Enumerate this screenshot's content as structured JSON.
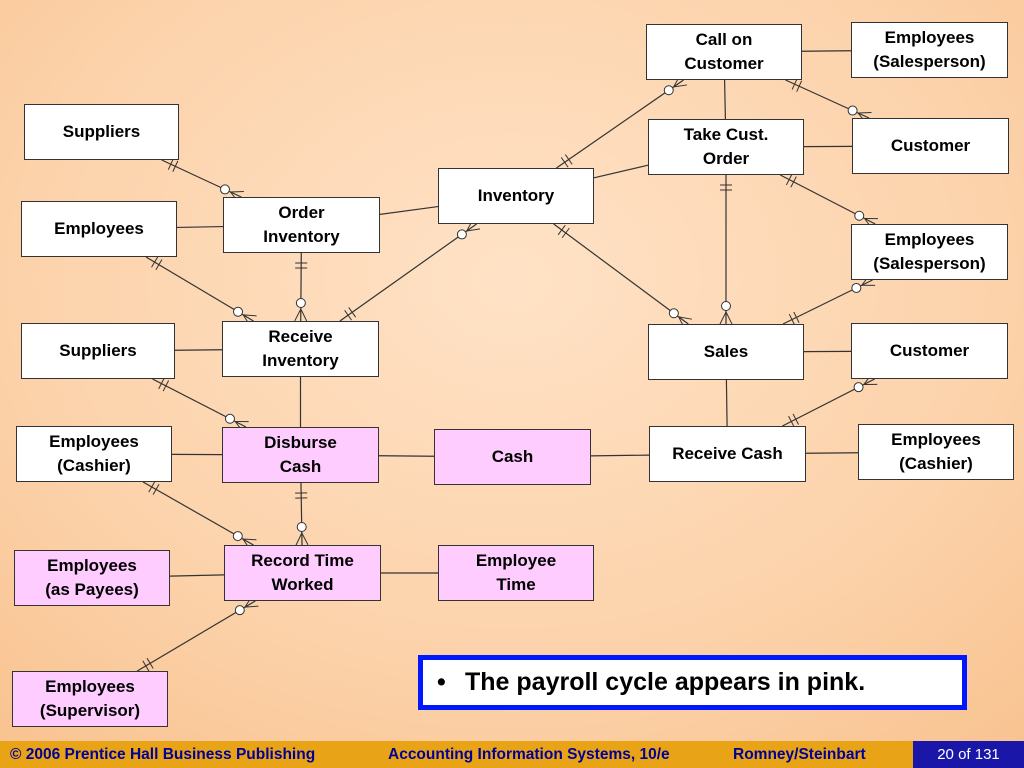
{
  "diagram": {
    "entities": [
      {
        "id": "suppliers_1",
        "label": "Suppliers"
      },
      {
        "id": "employees_1",
        "label": "Employees"
      },
      {
        "id": "suppliers_2",
        "label": "Suppliers"
      },
      {
        "id": "employees_cashier_left",
        "label": "Employees\n(Cashier)"
      },
      {
        "id": "employees_payees",
        "label": "Employees\n(as Payees)"
      },
      {
        "id": "employees_supervisor",
        "label": "Employees\n(Supervisor)"
      },
      {
        "id": "order_inventory",
        "label": "Order\nInventory"
      },
      {
        "id": "receive_inventory",
        "label": "Receive\nInventory"
      },
      {
        "id": "disburse_cash",
        "label": "Disburse\nCash"
      },
      {
        "id": "record_time_worked",
        "label": "Record Time\nWorked"
      },
      {
        "id": "inventory",
        "label": "Inventory"
      },
      {
        "id": "cash",
        "label": "Cash"
      },
      {
        "id": "employee_time",
        "label": "Employee\nTime"
      },
      {
        "id": "call_on_customer",
        "label": "Call on\nCustomer"
      },
      {
        "id": "take_cust_order",
        "label": "Take Cust.\nOrder"
      },
      {
        "id": "sales",
        "label": "Sales"
      },
      {
        "id": "receive_cash",
        "label": "Receive Cash"
      },
      {
        "id": "employees_salesperson_1",
        "label": "Employees\n(Salesperson)"
      },
      {
        "id": "customer_1",
        "label": "Customer"
      },
      {
        "id": "employees_salesperson_2",
        "label": "Employees\n(Salesperson)"
      },
      {
        "id": "customer_2",
        "label": "Customer"
      },
      {
        "id": "employees_cashier_right",
        "label": "Employees\n(Cashier)"
      }
    ],
    "relationships": [
      {
        "from": "suppliers_1",
        "to": "order_inventory"
      },
      {
        "from": "employees_1",
        "to": "order_inventory"
      },
      {
        "from": "employees_1",
        "to": "receive_inventory"
      },
      {
        "from": "suppliers_2",
        "to": "receive_inventory"
      },
      {
        "from": "suppliers_2",
        "to": "disburse_cash"
      },
      {
        "from": "employees_cashier_left",
        "to": "disburse_cash"
      },
      {
        "from": "employees_cashier_left",
        "to": "record_time_worked"
      },
      {
        "from": "employees_payees",
        "to": "record_time_worked"
      },
      {
        "from": "employees_supervisor",
        "to": "record_time_worked"
      },
      {
        "from": "order_inventory",
        "to": "receive_inventory"
      },
      {
        "from": "receive_inventory",
        "to": "disburse_cash"
      },
      {
        "from": "disburse_cash",
        "to": "record_time_worked"
      },
      {
        "from": "order_inventory",
        "to": "inventory"
      },
      {
        "from": "receive_inventory",
        "to": "inventory"
      },
      {
        "from": "disburse_cash",
        "to": "cash"
      },
      {
        "from": "record_time_worked",
        "to": "employee_time"
      },
      {
        "from": "inventory",
        "to": "call_on_customer"
      },
      {
        "from": "inventory",
        "to": "take_cust_order"
      },
      {
        "from": "inventory",
        "to": "sales"
      },
      {
        "from": "cash",
        "to": "receive_cash"
      },
      {
        "from": "call_on_customer",
        "to": "employees_salesperson_1"
      },
      {
        "from": "call_on_customer",
        "to": "customer_1"
      },
      {
        "from": "call_on_customer",
        "to": "take_cust_order"
      },
      {
        "from": "take_cust_order",
        "to": "customer_1"
      },
      {
        "from": "take_cust_order",
        "to": "employees_salesperson_2"
      },
      {
        "from": "take_cust_order",
        "to": "sales"
      },
      {
        "from": "sales",
        "to": "employees_salesperson_2"
      },
      {
        "from": "sales",
        "to": "customer_2"
      },
      {
        "from": "sales",
        "to": "receive_cash"
      },
      {
        "from": "receive_cash",
        "to": "customer_2"
      },
      {
        "from": "receive_cash",
        "to": "employees_cashier_right"
      }
    ],
    "colors": {
      "payroll_highlight": "#ffccff",
      "entity_fill": "#ffffff",
      "line": "#333333",
      "callout_border": "#0018ff",
      "footer_bar": "#e8a317",
      "footer_text": "#000099",
      "page_badge": "#1a17a8"
    }
  },
  "callout": {
    "bullet": "•",
    "text": "The payroll cycle appears in pink."
  },
  "footer": {
    "copyright": "© 2006 Prentice Hall Business Publishing",
    "book": "Accounting Information Systems, 10/e",
    "authors": "Romney/Steinbart",
    "page": "20 of 131"
  }
}
